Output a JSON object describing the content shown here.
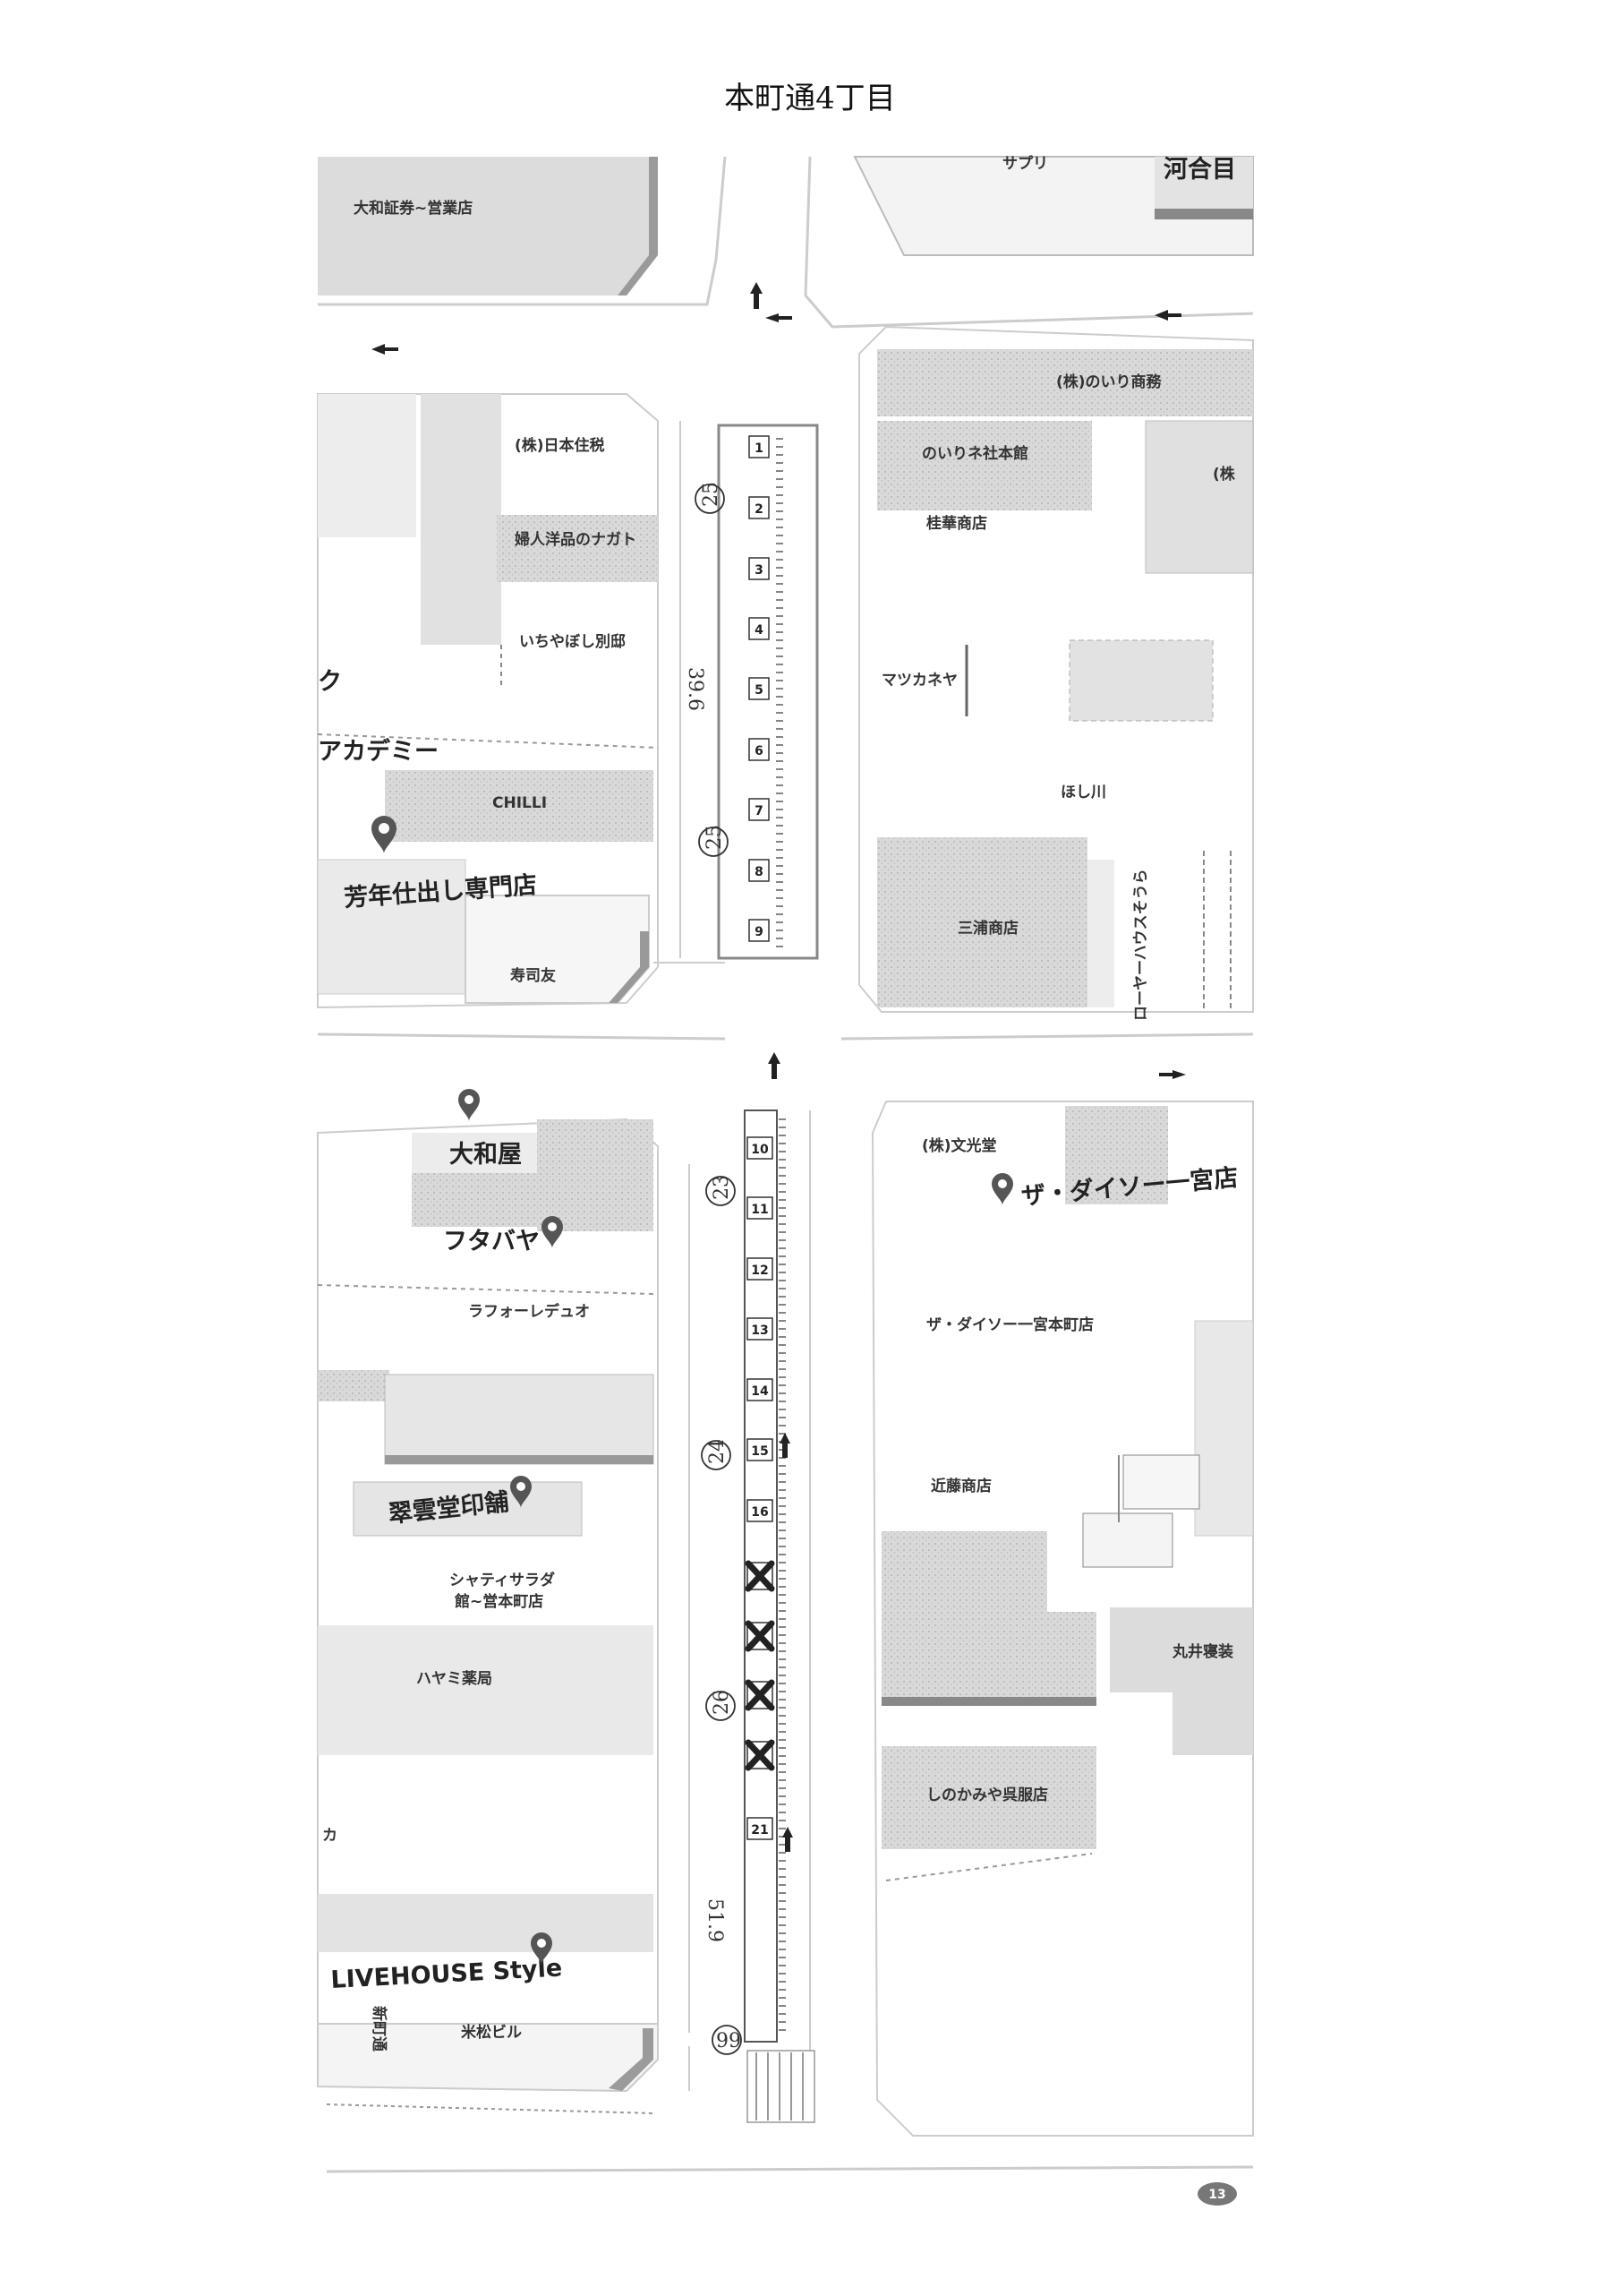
{
  "title": "本町通4丁目",
  "top_section": {
    "buildings_left": [
      "大和証券~営業店",
      "(株)日本住税",
      "婦人洋品のナガト",
      "いちやぼし別邸",
      "ク",
      "アカデミー",
      "CHILLI",
      "芳年仕出し専門店",
      "寿司友"
    ],
    "buildings_right": [
      "サプリ",
      "河合目",
      "(株)のいり商務",
      "のいりネ社本館",
      "(株",
      "桂華商店",
      "マツカネヤ",
      "ほし川",
      "三浦商店",
      "ローヤーハウスそうら"
    ],
    "slots": [
      "1",
      "2",
      "3",
      "4",
      "5",
      "6",
      "7",
      "8",
      "9"
    ]
  },
  "bottom_section": {
    "buildings_left": [
      "大和屋",
      "フタバヤ",
      "ラフォーレデュオ",
      "翠雲堂印舗",
      "シャティサラダ",
      "館~営本町店",
      "ハヤミ薬局",
      "カ",
      "LIVEHOUSE Style",
      "米松ビル",
      "新町通"
    ],
    "buildings_right": [
      "(株)文光堂",
      "ザ・ダイソー一宮店",
      "ザ・ダイソー一宮本町店",
      "近藤商店",
      "丸井寝装",
      "しのかみや呉服店"
    ],
    "slots_available": [
      "10",
      "11",
      "12",
      "13",
      "14",
      "15",
      "16"
    ],
    "slots_cancelled": 4,
    "slot_after": "21"
  },
  "handwritten_notes": [
    "25",
    "39.6",
    "23",
    "24",
    "25",
    "26",
    "51.9",
    "99"
  ],
  "page_badge": "13"
}
